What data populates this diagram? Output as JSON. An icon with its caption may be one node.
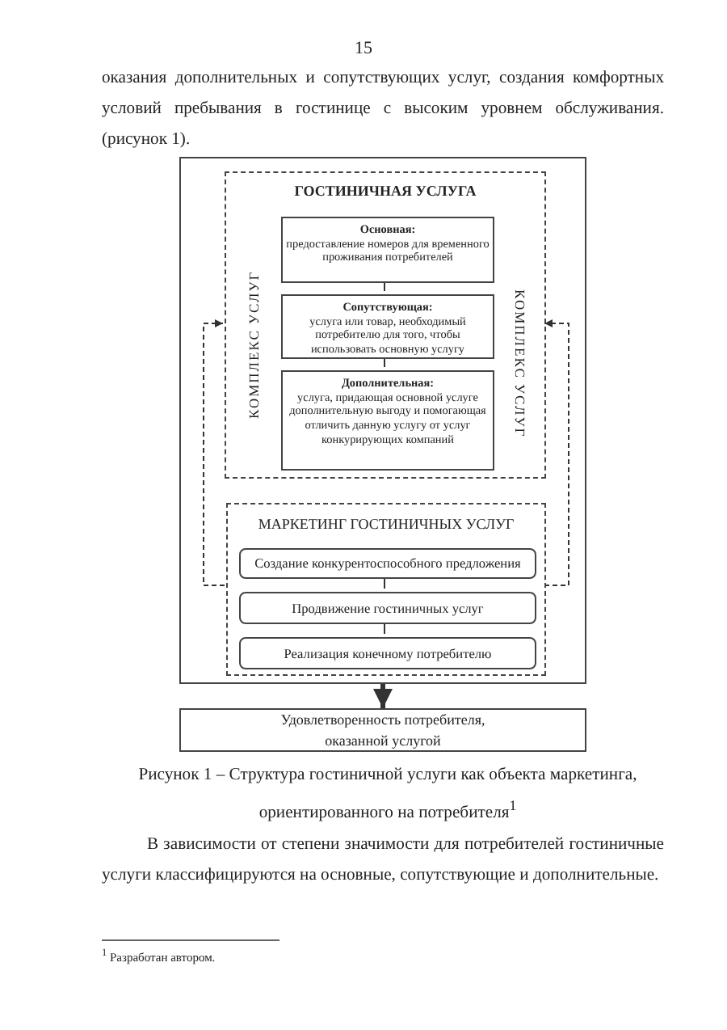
{
  "diagram": {
    "caption": "Рисунок 1 – Структура гостиничной услуги как объекта маркетинга, ориентированного на потребителя$^{1}$",
    "nodes": [
      {
        "text": [],
        "shape": "box"
      },
      {
        "text": [
          "ГОСТИНИЧНАЯ УСЛУГА",
          "КОМПЛЕКС УСЛУГ",
          "КОМПЛЕКС УСЛУГ"
        ],
        "in": 0
      },
      {
        "text": [
          "Основная:",
          "предоставление номеров для временного проживания потребителей"
        ],
        "in": 1
      },
      {
        "text": [
          "Сопутствующая:",
          "услуга или товар, необходимый потребителю для того, чтобы использовать основную услугу"
        ],
        "in": 1
      },
      {
        "text": [
          "Дополнительная:",
          "услуга, придающая основной услуге дополнительную выгоду и помогающая отличить данную услугу от услуг конкурирующих компаний"
        ],
        "in": 1
      },
      {
        "text": [
          "МАРКЕТИНГ ГОСТИНИЧНЫХ УСЛУГ"
        ],
        "in": 0
      },
      {
        "text": [
          "Создание конкурентоспособного предложения"
        ],
        "in": 5
      },
      {
        "text": [
          "Продвижение гостиничных услуг"
        ],
        "in": 5
      },
      {
        "text": [
          "Реализация конечному потребителю"
        ],
        "in": 5
      },
      {
        "text": [
          "Удовлетворенность потребителя, оказанной услугой"
        ]
      }
    ],
    "edges": [
      {
        "from": 2,
        "to": 3,
        "arrow": "none"
      },
      {
        "from": 3,
        "to": 4,
        "arrow": "none"
      },
      {
        "from": 6,
        "to": 7,
        "arrow": "none"
      },
      {
        "from": 7,
        "to": 8,
        "arrow": "none"
      },
      {
        "from": 5,
        "to": 1,
        "arrow": "to",
        "style": "dashed"
      },
      {
        "from": 5,
        "to": 1,
        "arrow": "to",
        "style": "dashed"
      },
      {
        "from": 0,
        "to": 9,
        "arrow": "to",
        "style": "thick"
      }
    ],
    "labels": [
      "15",
      "оказания дополнительных и сопутствующих услуг,  создания комфортных условий пребывания в гостинице с высоким уровнем обслуживания. (рисунок 1).",
      "В зависимости от степени значимости для потребителей гостиничные услуги классифицируются на основные, сопутствующие и дополнительные.",
      "$^{1}$ Разработан автором."
    ]
  }
}
